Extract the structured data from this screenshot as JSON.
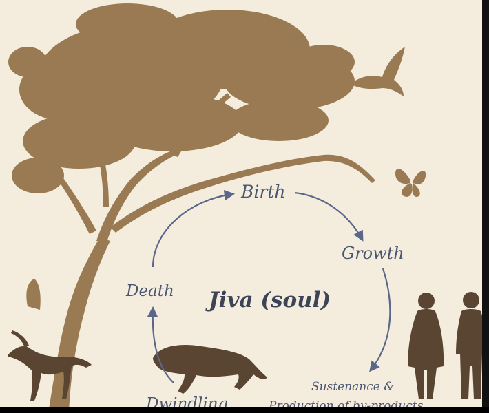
{
  "cycle": {
    "center": "Jiva (soul)",
    "stages": {
      "birth": "Birth",
      "growth": "Growth",
      "sustenance_line1": "Sustenance &",
      "sustenance_line2": "Production of by-products",
      "dwindling": "Dwindling",
      "death": "Death"
    }
  },
  "colors": {
    "background": "#f4eddd",
    "silhouette": "#9a7a52",
    "human_silhouette": "#5a4532",
    "arrow": "#5a6788",
    "text": "#4a5670"
  },
  "icons": [
    "tree-icon",
    "bird-icon",
    "butterfly-icon",
    "antelope-icon",
    "leopard-icon",
    "woman-icon",
    "man-icon"
  ]
}
